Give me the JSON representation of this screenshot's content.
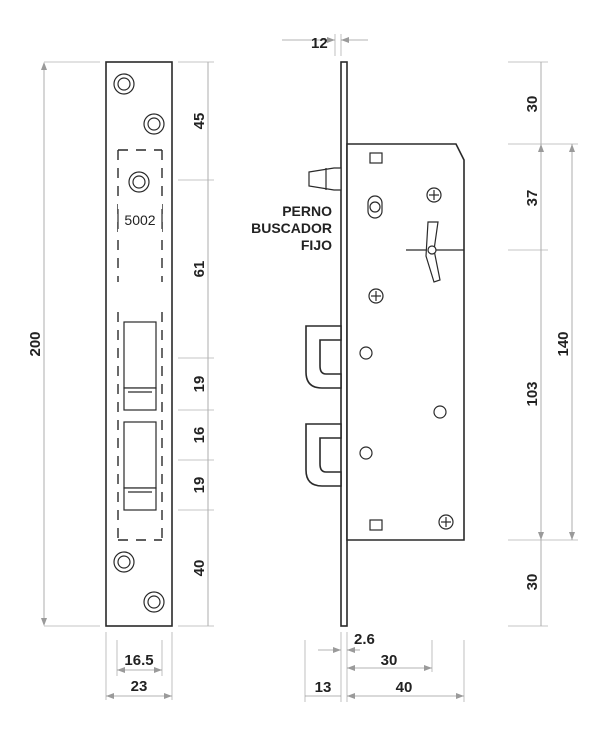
{
  "faceplate": {
    "stamp_label": "5002"
  },
  "left_view": {
    "height_total": "200",
    "width_inner": "16.5",
    "width_outer": "23",
    "segments": [
      "45",
      "61",
      "19",
      "16",
      "19",
      "40"
    ]
  },
  "right_view": {
    "plate_thickness_top": "12",
    "plate_thickness_bottom": "2.6",
    "backset_inner": "30",
    "backset_outer": "40",
    "front_projection": "13",
    "fixed_bolt_label": [
      "PERNO",
      "BUSCADOR",
      "FIJO"
    ],
    "segments_left": [
      "30",
      "37",
      "103",
      "30"
    ],
    "segment_right": "140"
  },
  "colors": {
    "line": "#2a2a2a",
    "dimension": "#9a9a9a"
  }
}
